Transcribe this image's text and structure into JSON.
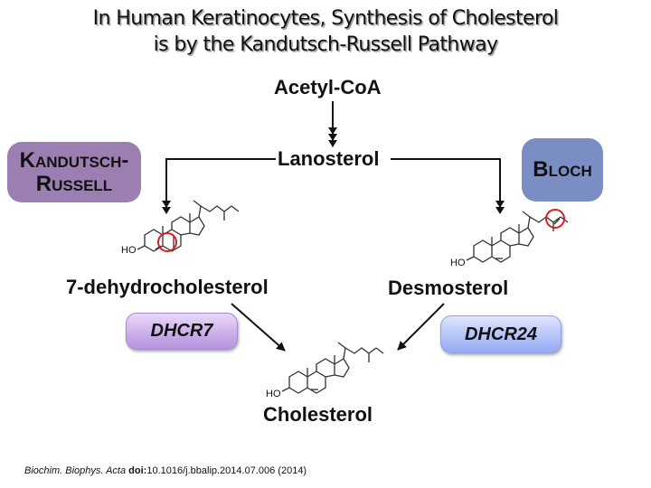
{
  "slide": {
    "title_lines": [
      "In Human Keratinocytes, Synthesis of Cholesterol",
      "is by the Kandutsch-Russell Pathway"
    ]
  },
  "nodes": {
    "acetyl_coa": "Acetyl-CoA",
    "lanosterol": "Lanosterol",
    "dehydrocholesterol": "7-dehydrocholesterol",
    "desmosterol": "Desmosterol",
    "cholesterol": "Cholesterol"
  },
  "pathways": {
    "kandutsch_russell": {
      "label_line1": "Kandutsch-",
      "label_line2": "Russell",
      "color": "#9b7fb2"
    },
    "bloch": {
      "label": "Bloch",
      "color": "#7a8ec4"
    }
  },
  "enzymes": {
    "dhcr7": {
      "label": "DHCR7",
      "color": "#c4a5e6"
    },
    "dhcr24": {
      "label": "DHCR24",
      "color": "#a9baf6"
    }
  },
  "structures": {
    "hydroxyl_label": "HO",
    "highlight_color": "#e01b24"
  },
  "citation": {
    "journal": "Biochim. Biophys. Acta",
    "doi_label": "doi:",
    "doi": "10.1016/j.bbalip.2014.07.006",
    "year": "(2014)"
  }
}
